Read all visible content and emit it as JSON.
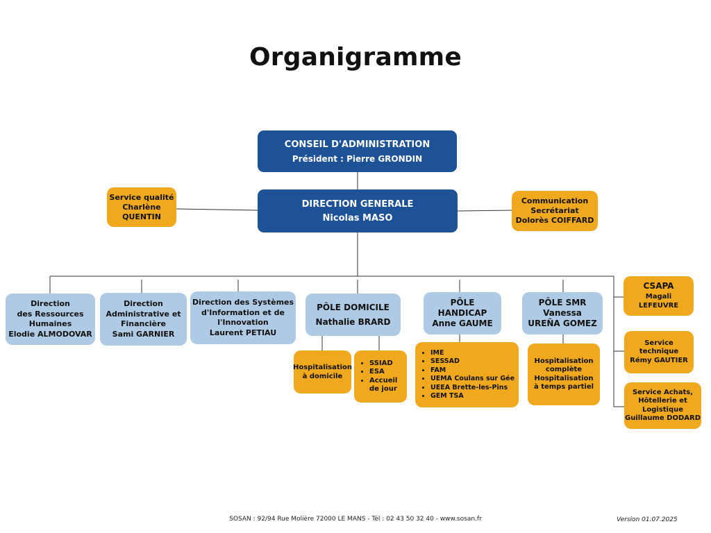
{
  "title": "Organigramme",
  "conseil": {
    "line1": "CONSEIL D'ADMINISTRATION",
    "line2": "Président : Pierre GRONDIN"
  },
  "direction_generale": {
    "line1": "DIRECTION GENERALE",
    "line2": "Nicolas MASO"
  },
  "service_qualite": {
    "lines": [
      "Service qualité",
      "Charlène",
      "QUENTIN"
    ]
  },
  "communication": {
    "lines": [
      "Communication",
      "Secrétariat",
      "Dolorès COIFFARD"
    ]
  },
  "departments": [
    {
      "lines": [
        "Direction",
        "des Ressources",
        "Humaines",
        "Elodie ALMODOVAR"
      ]
    },
    {
      "lines": [
        "Direction",
        "Administrative et",
        "Financière",
        "Sami GARNIER"
      ]
    },
    {
      "lines": [
        "Direction des Systèmes",
        "d'Information et de",
        "l'Innovation",
        "Laurent PETIAU"
      ]
    },
    {
      "lines": [
        "PÔLE DOMICILE",
        "Nathalie BRARD"
      ]
    },
    {
      "lines": [
        "PÔLE",
        "HANDICAP",
        "Anne GAUME"
      ]
    },
    {
      "lines": [
        "PÔLE SMR",
        "Vanessa",
        "UREÑA GOMEZ"
      ]
    }
  ],
  "right_services": [
    {
      "lines": [
        "CSAPA",
        "Magali",
        "LEFEUVRE"
      ]
    },
    {
      "lines": [
        "Service",
        "technique",
        "Rémy GAUTIER"
      ]
    },
    {
      "lines": [
        "Service Achats,",
        "Hôtellerie et",
        "Logistique",
        "Guillaume DODARD"
      ]
    }
  ],
  "pole_domicile_services": {
    "hospitalisation": [
      "Hospitalisation",
      "à domicile"
    ],
    "list": [
      "SSIAD",
      "ESA",
      "Accueil de jour"
    ]
  },
  "pole_handicap_services": [
    "IME",
    "SESSAD",
    "FAM",
    "UEMA Coulans sur Gée",
    "UEEA Brette-les-Pins",
    "GEM TSA"
  ],
  "pole_smr_services": [
    "Hospitalisation",
    "complète",
    "Hospitalisation",
    "à temps partiel"
  ],
  "footer": "SOSAN : 92/94 Rue Molière 72000 LE MANS - Tél : 02 43 50 32 40 - www.sosan.fr",
  "version": "Version 01.07.2025",
  "colors": {
    "dark_blue": "#1e5296",
    "light_blue": "#aecae5",
    "orange": "#f0a81f",
    "line": "#333333"
  }
}
